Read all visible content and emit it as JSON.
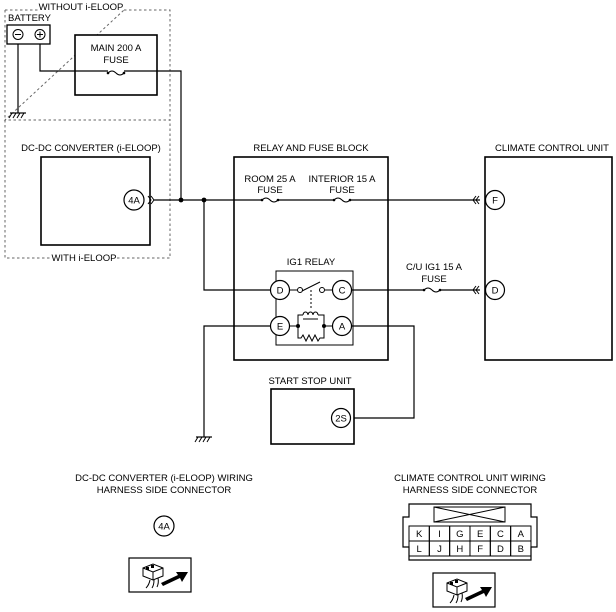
{
  "without_ieloop": "WITHOUT i-ELOOP",
  "with_ieloop": "WITH i-ELOOP",
  "battery": {
    "label": "BATTERY",
    "minus": "⊖",
    "plus": "⊕"
  },
  "main_fuse": {
    "line1": "MAIN 200 A",
    "line2": "FUSE"
  },
  "dcdc": {
    "title": "DC-DC CONVERTER (i-ELOOP)",
    "pin": "4A"
  },
  "relay_block": {
    "title": "RELAY AND FUSE BLOCK",
    "room_fuse": {
      "line1": "ROOM 25 A",
      "line2": "FUSE"
    },
    "interior_fuse": {
      "line1": "INTERIOR 15 A",
      "line2": "FUSE"
    },
    "ig1_relay": "IG1 RELAY",
    "pins": {
      "d": "D",
      "c": "C",
      "e": "E",
      "a": "A"
    }
  },
  "cu_fuse": {
    "line1": "C/U IG1 15 A",
    "line2": "FUSE"
  },
  "climate": {
    "title": "CLIMATE CONTROL UNIT",
    "pin_f": "F",
    "pin_d": "D"
  },
  "start_stop": {
    "title": "START STOP UNIT",
    "pin": "2S"
  },
  "conn_dcdc": {
    "line1": "DC-DC CONVERTER (i-ELOOP) WIRING",
    "line2": "HARNESS SIDE CONNECTOR",
    "pin": "4A"
  },
  "conn_climate": {
    "line1": "CLIMATE CONTROL UNIT WIRING",
    "line2": "HARNESS SIDE CONNECTOR",
    "top_row": [
      "K",
      "I",
      "G",
      "E",
      "C",
      "A"
    ],
    "bottom_row": [
      "L",
      "J",
      "H",
      "F",
      "D",
      "B"
    ]
  }
}
